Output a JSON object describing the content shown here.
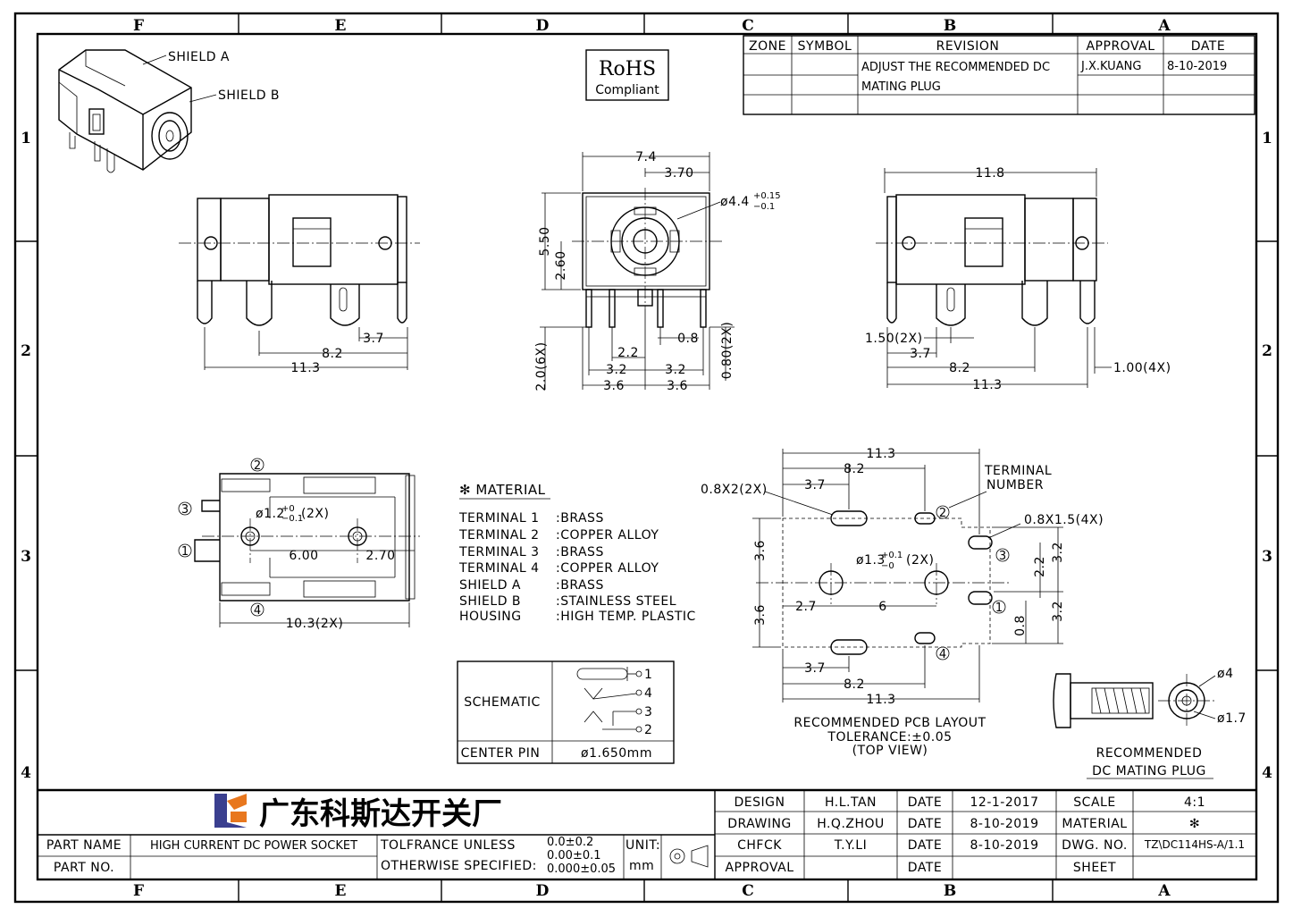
{
  "zones": {
    "columns": [
      "F",
      "E",
      "D",
      "C",
      "B",
      "A"
    ],
    "rows": [
      "1",
      "2",
      "3",
      "4"
    ]
  },
  "revision_table": {
    "headers": [
      "ZONE",
      "SYMBOL",
      "REVISION",
      "APPROVAL",
      "DATE"
    ],
    "revision_line1": "ADJUST THE RECOMMENDED DC",
    "revision_line2": "MATING PLUG",
    "approval": "J.X.KUANG",
    "date": "8-10-2019"
  },
  "rohs": {
    "line1": "RoHS",
    "line2": "Compliant"
  },
  "iso_labels": {
    "shield_a": "SHIELD A",
    "shield_b": "SHIELD B"
  },
  "side_view_left": {
    "d1": "3.7",
    "d2": "8.2",
    "d3": "11.3"
  },
  "front_view": {
    "w_total": "7.4",
    "w_half": "3.70",
    "hole": "ø4.4",
    "hole_tol_top": "+0.15",
    "hole_tol_bot": "−0.1",
    "h1": "5.50",
    "h2": "2.60",
    "pin_len": "2.0(6X)",
    "pin_w": "0.80(2X)",
    "d_22": "2.2",
    "d_08": "0.8",
    "d_32a": "3.2",
    "d_32b": "3.2",
    "d_36a": "3.6",
    "d_36b": "3.6"
  },
  "side_view_right": {
    "w": "11.8",
    "d_150": "1.50(2X)",
    "d_37": "3.7",
    "d_82": "8.2",
    "d_113": "11.3",
    "d_100": "1.00(4X)"
  },
  "bottom_view": {
    "n1": "1",
    "n2": "2",
    "n3": "3",
    "n4": "4",
    "hole": "ø1.2",
    "hole_tol_top": "+0",
    "hole_tol_bot": "−0.1",
    "hole_count": "(2X)",
    "d_600": "6.00",
    "d_270": "2.70",
    "d_103": "10.3(2X)"
  },
  "material": {
    "heading": "✻ MATERIAL",
    "rows": [
      {
        "part": "TERMINAL 1",
        "mat": ":BRASS"
      },
      {
        "part": "TERMINAL 2",
        "mat": ":COPPER ALLOY"
      },
      {
        "part": "TERMINAL 3",
        "mat": ":BRASS"
      },
      {
        "part": "TERMINAL 4",
        "mat": ":COPPER ALLOY"
      },
      {
        "part": "SHIELD A",
        "mat": ":BRASS"
      },
      {
        "part": "SHIELD B",
        "mat": ":STAINLESS STEEL"
      },
      {
        "part": "HOUSING",
        "mat": ":HIGH TEMP. PLASTIC"
      }
    ]
  },
  "schematic": {
    "label": "SCHEMATIC",
    "center_pin_label": "CENTER PIN",
    "center_pin_value": "ø1.650mm",
    "pins": [
      "1",
      "4",
      "3",
      "2"
    ]
  },
  "pcb_layout": {
    "d_113_top": "11.3",
    "d_82_top": "8.2",
    "d_37_top": "3.7",
    "slot_a": "0.8X2(2X)",
    "term_label1": "TERMINAL",
    "term_label2": "NUMBER",
    "slot_b": "0.8X1.5(4X)",
    "hole": "ø1.3",
    "hole_tol_top": "+0.1",
    "hole_tol_bot": "−0",
    "hole_count": "(2X)",
    "d_36a": "3.6",
    "d_36b": "3.6",
    "d_27": "2.7",
    "d_6": "6",
    "d_22": "2.2",
    "d_32a": "3.2",
    "d_32b": "3.2",
    "d_08": "0.8",
    "d_37_bot": "3.7",
    "d_82_bot": "8.2",
    "d_113_bot": "11.3",
    "n1": "1",
    "n2": "2",
    "n3": "3",
    "n4": "4",
    "caption1": "RECOMMENDED PCB LAYOUT",
    "caption2": "TOLERANCE:±0.05",
    "caption3": "(TOP VIEW)"
  },
  "mating_plug": {
    "d_outer": "ø4",
    "d_inner": "ø1.7",
    "caption1": "RECOMMENDED",
    "caption2": "DC MATING PLUG"
  },
  "title_block": {
    "company": "广东科斯达开关厂",
    "part_name_label": "PART NAME",
    "part_name": "HIGH CURRENT DC POWER SOCKET",
    "part_no_label": "PART NO.",
    "part_no": "",
    "tol_line1": "TOLFRANCE UNLESS",
    "tol_line2": "OTHERWISE SPECIFIED:",
    "tol_v1": "0.0±0.2",
    "tol_v2": "0.00±0.1",
    "tol_v3": "0.000±0.05",
    "unit_label": "UNIT:",
    "unit_value": "mm",
    "design_label": "DESIGN",
    "design_name": "H.L.TAN",
    "design_date": "12-1-2017",
    "drawing_label": "DRAWING",
    "drawing_name": "H.Q.ZHOU",
    "drawing_date": "8-10-2019",
    "check_label": "CHFCK",
    "check_name": "T.Y.LI",
    "check_date": "8-10-2019",
    "approval_label": "APPROVAL",
    "approval_name": "",
    "approval_date": "",
    "date_label": "DATE",
    "scale_label": "SCALE",
    "scale_value": "4:1",
    "material_label": "MATERIAL",
    "material_value": "✻",
    "dwg_label": "DWG. NO.",
    "dwg_value": "TZ\\DC114HS-A/1.1",
    "sheet_label": "SHEET",
    "sheet_value": ""
  }
}
